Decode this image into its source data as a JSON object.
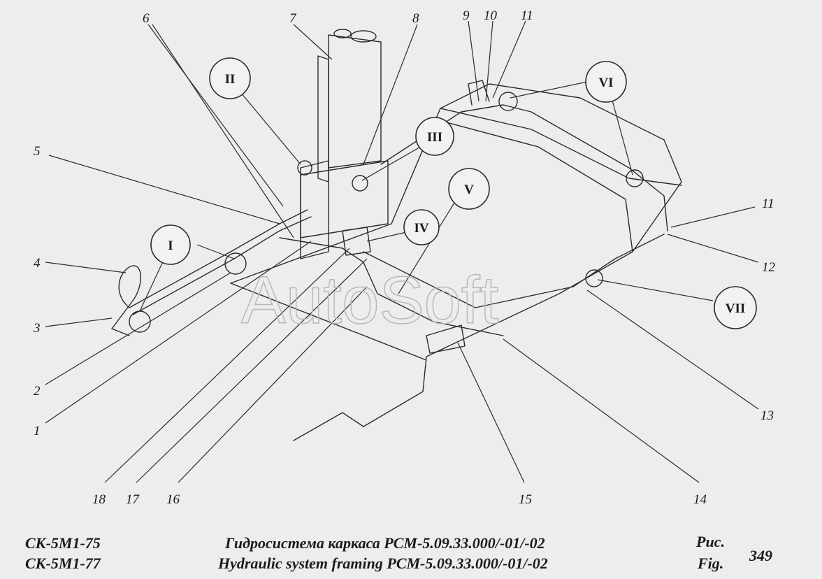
{
  "callouts": [
    "1",
    "2",
    "3",
    "4",
    "5",
    "6",
    "7",
    "8",
    "9",
    "10",
    "11",
    "11",
    "12",
    "13",
    "14",
    "15",
    "16",
    "17",
    "18"
  ],
  "views": [
    "I",
    "II",
    "III",
    "IV",
    "V",
    "VI",
    "VII"
  ],
  "watermark": "AutoSoft",
  "footer": {
    "model_1": "СК-5М1-75",
    "model_2": "СК-5М1-77",
    "title_ru": "Гидросистема каркаса РСМ-5.09.33.000/-01/-02",
    "title_en": "Hydraulic system framing РСМ-5.09.33.000/-01/-02",
    "fig_ru": "Рис.",
    "fig_en": "Fig.",
    "fig_number": "349"
  },
  "colors": {
    "background": "#ededed",
    "line": "#2b2b2b"
  }
}
